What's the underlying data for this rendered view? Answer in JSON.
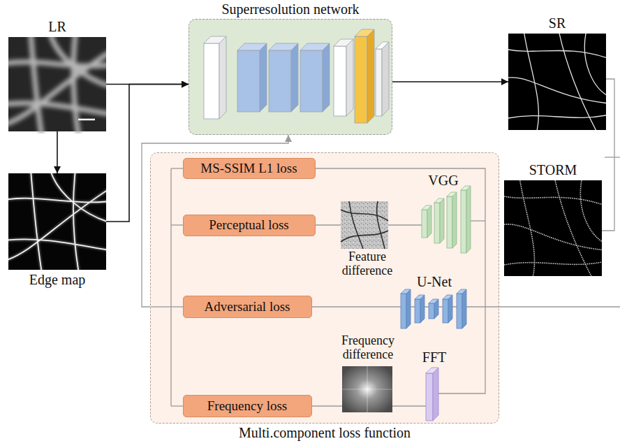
{
  "diagram": {
    "nodes": [
      {
        "text": [
          "LR"
        ]
      },
      {
        "text": [
          "Superresolution network"
        ]
      },
      {
        "text": [
          "SR"
        ]
      },
      {
        "text": [
          "Edge map"
        ]
      },
      {
        "text": [
          "STORM"
        ]
      },
      {
        "text": [
          "Multi.component loss function"
        ]
      },
      {
        "text": [
          "MS-SSIM L1 loss"
        ],
        "in": 5
      },
      {
        "text": [
          "Perceptual loss"
        ],
        "in": 5
      },
      {
        "text": [
          "Adversarial loss"
        ],
        "in": 5
      },
      {
        "text": [
          "Frequency loss"
        ],
        "in": 5
      }
    ],
    "edges": [
      {
        "from": 0,
        "to": 3,
        "arrow": "to"
      },
      {
        "from": 0,
        "to": 1,
        "arrow": "to"
      },
      {
        "from": 3,
        "to": 1,
        "arrow": "to"
      },
      {
        "from": 1,
        "to": 2,
        "arrow": "to"
      },
      {
        "from": 5,
        "to": 1,
        "arrow": "to"
      }
    ],
    "labels": [
      "VGG",
      "Feature difference",
      "U-Net",
      "Frequency difference",
      "FFT"
    ]
  }
}
